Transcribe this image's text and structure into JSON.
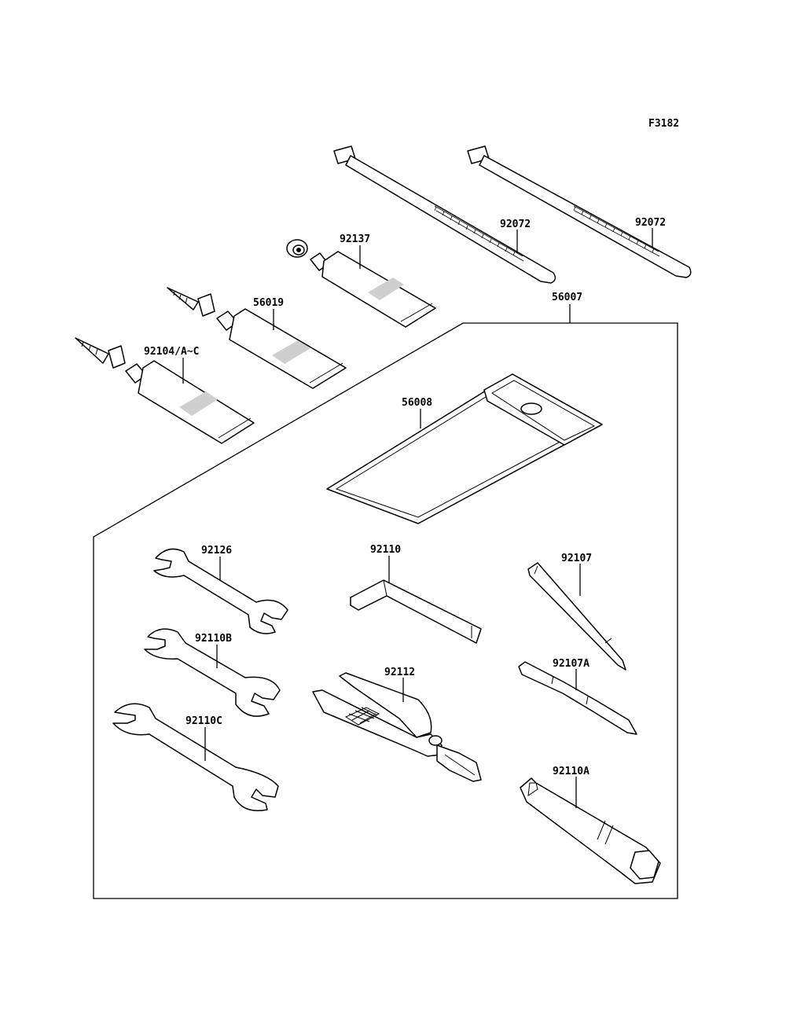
{
  "figure_code": "F3182",
  "callouts": {
    "tie_left": "92072",
    "tie_right": "92072",
    "tube_top": "92137",
    "tube_mid": "56019",
    "tube_low": "92104/A~C",
    "toolkit": "56007",
    "pouch": "56008",
    "wrench_top": "92126",
    "wrench_mid": "92110B",
    "wrench_low": "92110C",
    "hex_key": "92110",
    "pliers": "92112",
    "screwdriver_handle": "92107",
    "screwdriver_bit": "92107A",
    "plug_wrench": "92110A"
  },
  "colors": {
    "line": "#000000",
    "background": "#ffffff",
    "shading": "#cfcfcf"
  }
}
